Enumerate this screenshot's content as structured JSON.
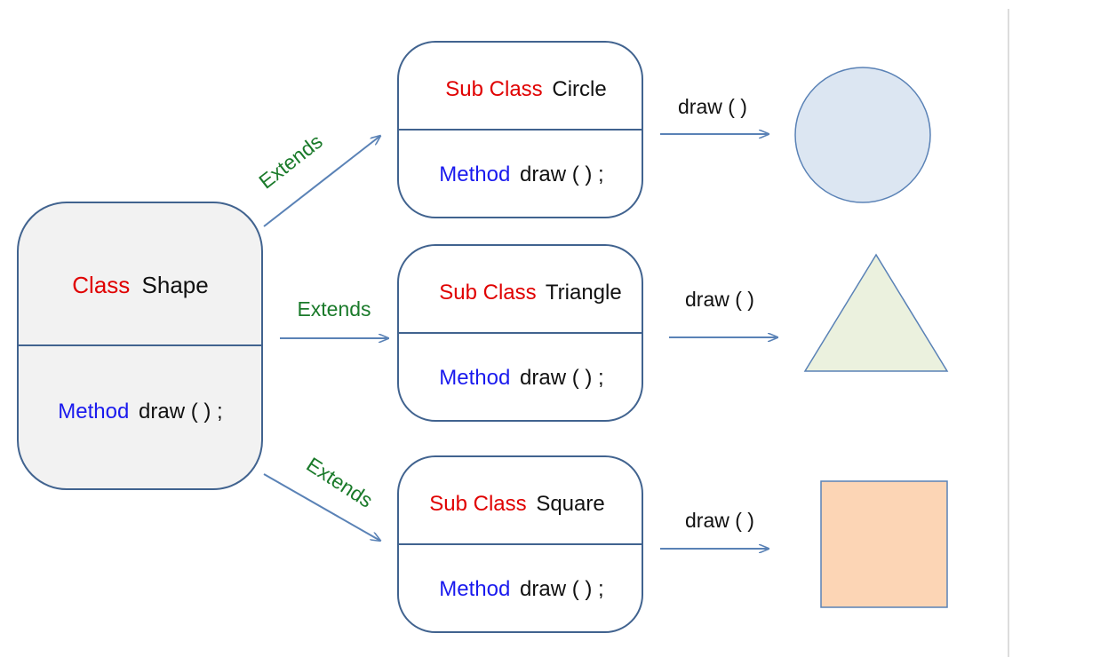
{
  "colors": {
    "kw_class": "#e00000",
    "kw_method": "#1a1aee",
    "text": "#111111",
    "extends": "#1a7a2a",
    "stroke": "#41638f",
    "box_fill": "#ffffff",
    "parent_fill": "#f2f2f2",
    "arrow": "#5a82b6",
    "circle_fill": "#dce6f2",
    "triangle_fill": "#ebf1de",
    "square_fill": "#fcd5b5",
    "shape_stroke": "#5a82b6",
    "divider": "#d0d0d0"
  },
  "parent": {
    "keyword": "Class",
    "name": "Shape",
    "method_keyword": "Method",
    "method_sig": "draw ( ) ;"
  },
  "edges": {
    "extends_label": "Extends",
    "draw_label": "draw ( )"
  },
  "children": [
    {
      "keyword": "Sub Class",
      "name": "Circle",
      "method_keyword": "Method",
      "method_sig": "draw ( ) ;",
      "shape": "circle-icon"
    },
    {
      "keyword": "Sub Class",
      "name": "Triangle",
      "method_keyword": "Method",
      "method_sig": "draw ( ) ;",
      "shape": "triangle-icon"
    },
    {
      "keyword": "Sub Class",
      "name": "Square",
      "method_keyword": "Method",
      "method_sig": "draw ( ) ;",
      "shape": "square-icon"
    }
  ]
}
